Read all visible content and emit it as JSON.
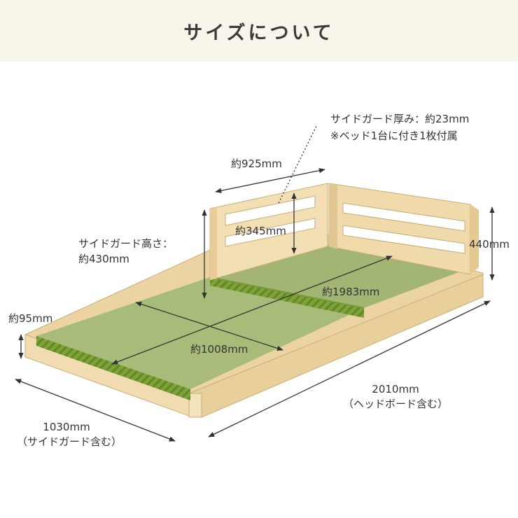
{
  "header": {
    "title": "サイズについて"
  },
  "annotations": {
    "guard_thickness": "サイドガード厚み：約23mm",
    "guard_included": "※ベッド1台に付き1枚付属",
    "width_inner": "約925mm",
    "guard_gap": "約345mm",
    "headboard_height": "440mm",
    "side_guard_height_label": "サイドガード高さ：",
    "side_guard_height_value": "約430mm",
    "mat_length": "約1983mm",
    "frame_height": "約95mm",
    "mat_width": "約1008mm",
    "total_length": "2010mm",
    "total_length_note": "（ヘッドボード含む）",
    "total_width": "1030mm",
    "total_width_note": "（サイドガード含む）"
  },
  "colors": {
    "banner_bg": "#f8f5ea",
    "wood": "#efd7a8",
    "tatami": "#a8bb7a",
    "tatami_edge": "#7fa03a",
    "arrow": "#333333"
  }
}
